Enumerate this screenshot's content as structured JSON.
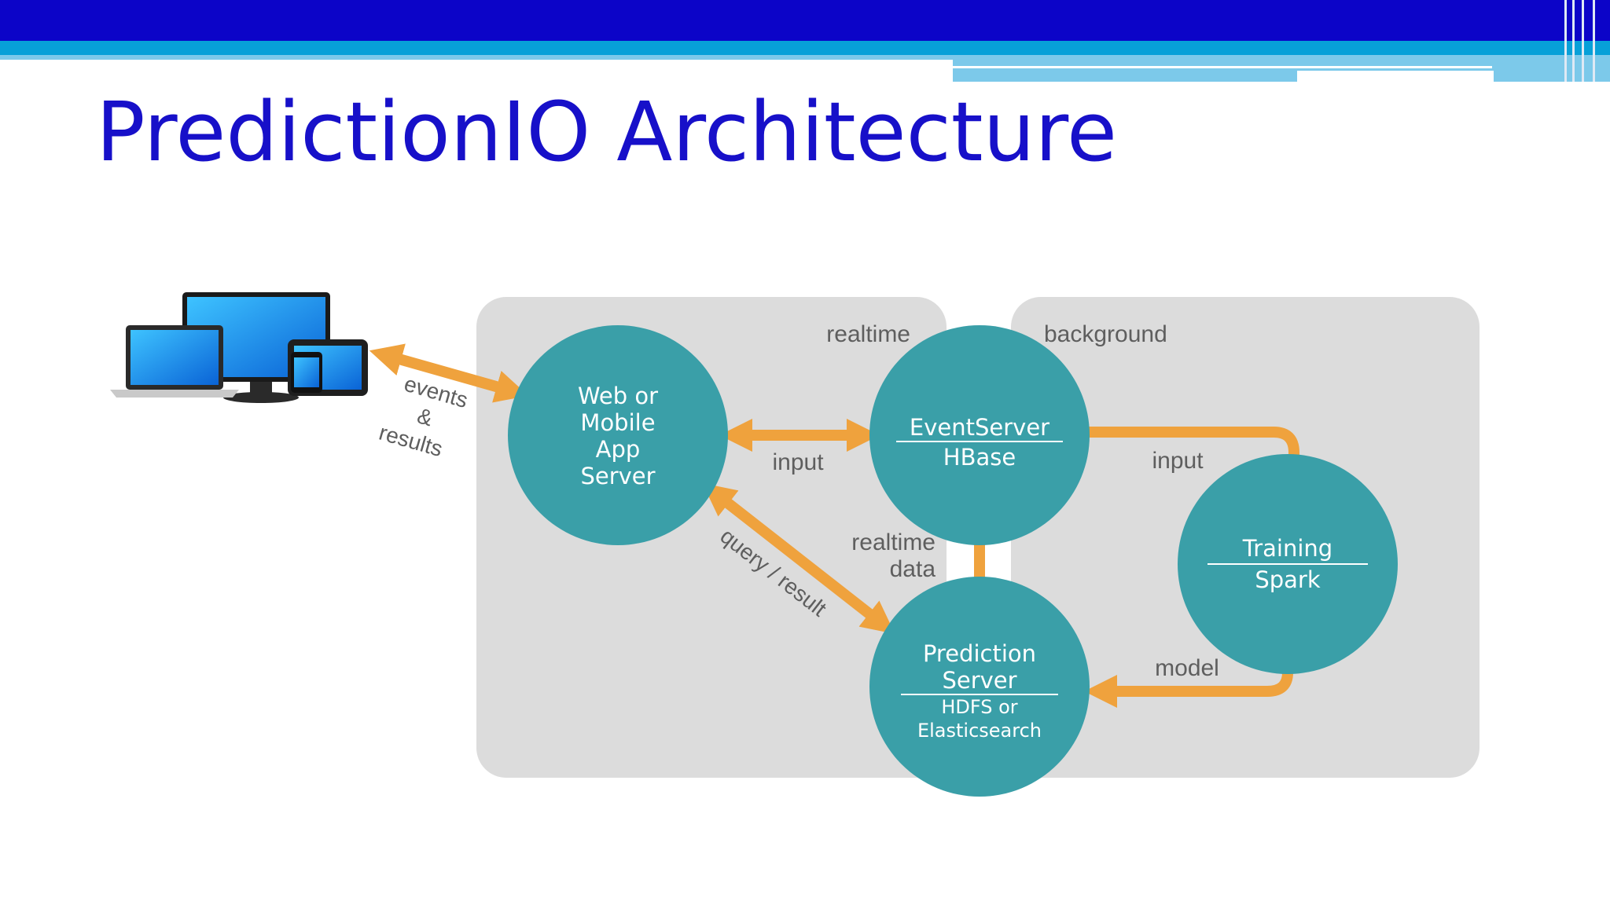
{
  "title": "PredictionIO Architecture",
  "colors": {
    "header_dark": "#0c04c8",
    "header_mid": "#07a0d8",
    "header_light": "#7cc9ea",
    "title": "#1710c9",
    "node": "#3a9fa8",
    "arrow": "#efa23d",
    "panel": "#dcdcdc",
    "label": "#5e5e5e"
  },
  "icons": {
    "devices": "devices-icon"
  },
  "zones": {
    "realtime": "realtime",
    "background": "background"
  },
  "nodes": {
    "app_server": {
      "lines": [
        "Web or",
        "Mobile",
        "App",
        "Server"
      ]
    },
    "event_server": {
      "title": "EventServer",
      "subtitle": "HBase"
    },
    "training": {
      "title": "Training",
      "subtitle": "Spark"
    },
    "prediction": {
      "title_lines": [
        "Prediction",
        "Server"
      ],
      "subtitle_lines": [
        "HDFS or",
        "Elasticsearch"
      ]
    }
  },
  "edges": {
    "events_results": [
      "events",
      "&",
      "results"
    ],
    "app_to_event": "input",
    "event_to_training": "input",
    "realtime_data": [
      "realtime",
      "data"
    ],
    "query_result": "query / result",
    "model": "model"
  }
}
